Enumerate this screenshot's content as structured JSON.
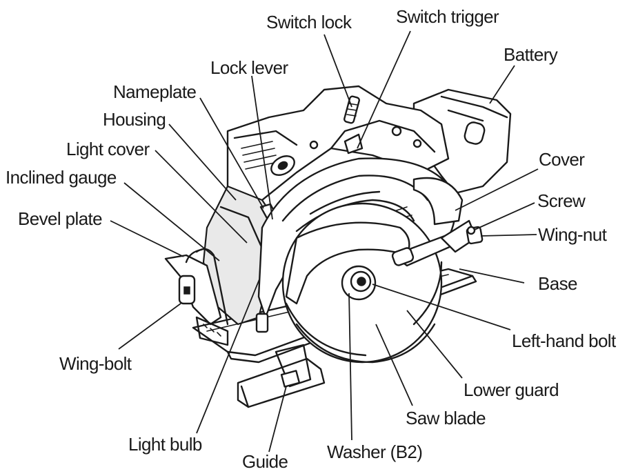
{
  "labels": {
    "switch_lock": "Switch lock",
    "switch_trigger": "Switch trigger",
    "battery": "Battery",
    "lock_lever": "Lock lever",
    "nameplate": "Nameplate",
    "housing": "Housing",
    "light_cover": "Light cover",
    "inclined_gauge": "Inclined gauge",
    "bevel_plate": "Bevel plate",
    "cover": "Cover",
    "screw": "Screw",
    "wing_nut": "Wing-nut",
    "base": "Base",
    "left_hand_bolt": "Left-hand bolt",
    "wing_bolt": "Wing-bolt",
    "lower_guard": "Lower guard",
    "saw_blade": "Saw blade",
    "light_bulb": "Light bulb",
    "washer_b2": "Washer (B2)",
    "guide": "Guide"
  }
}
